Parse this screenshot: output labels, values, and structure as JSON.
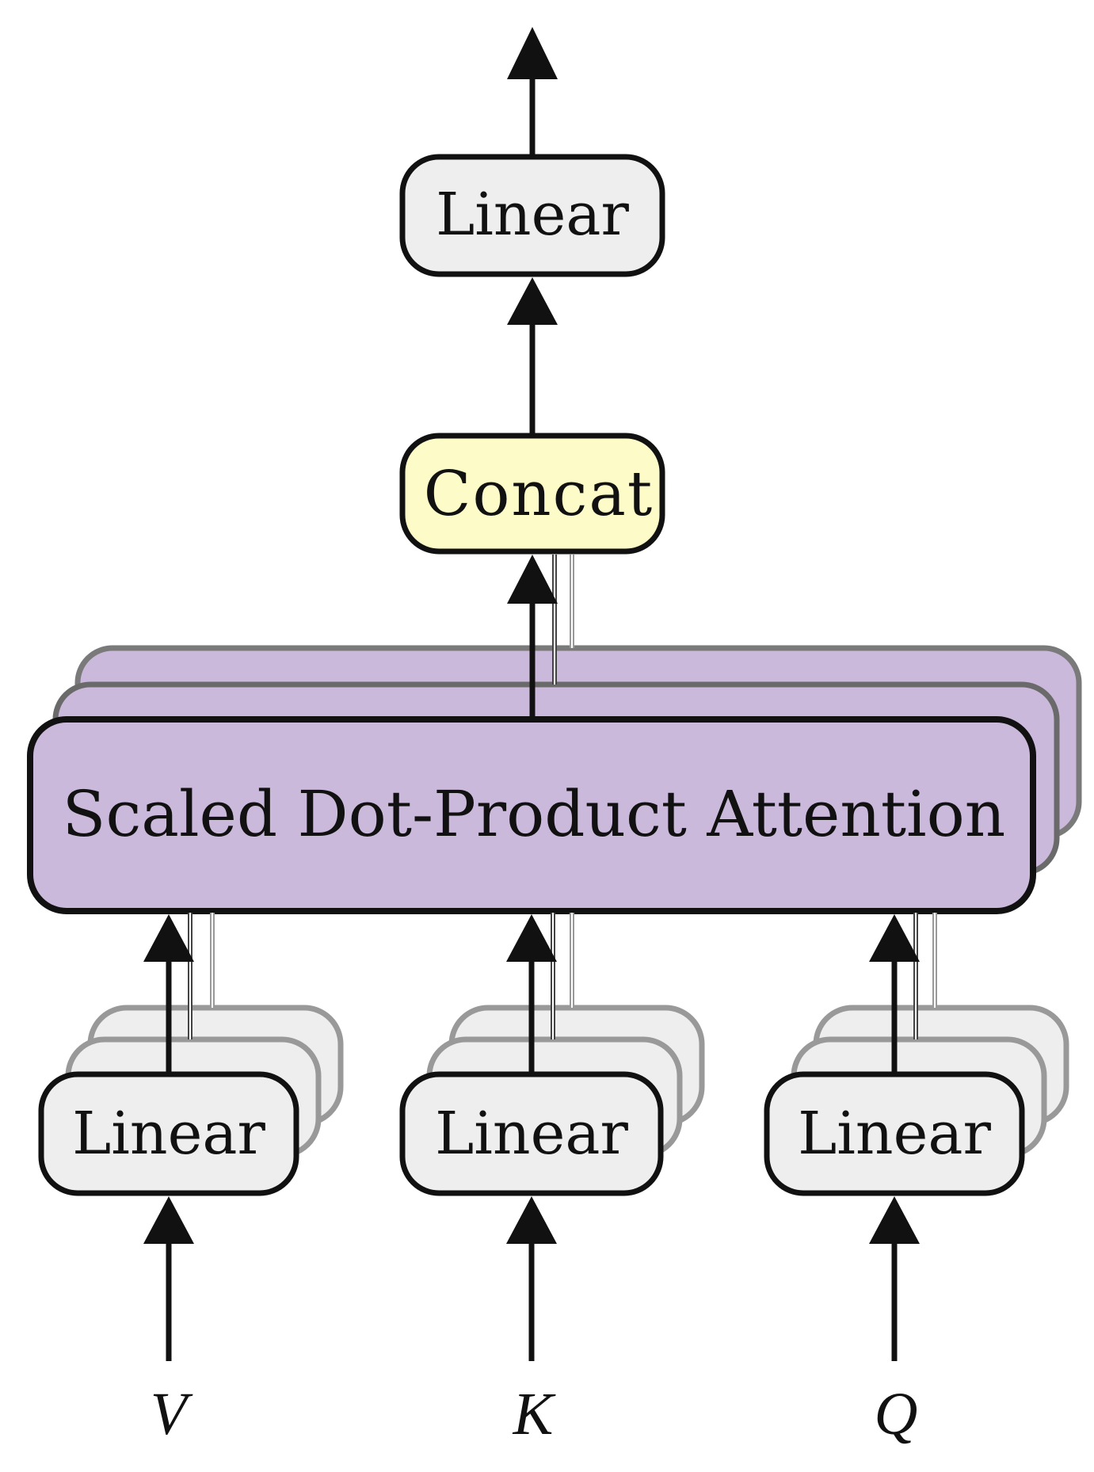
{
  "blocks": {
    "output_linear": {
      "label": "Linear"
    },
    "concat": {
      "label": "Concat"
    },
    "attention": {
      "label": "Scaled Dot-Product Attention"
    },
    "linear_v": {
      "label": "Linear"
    },
    "linear_k": {
      "label": "Linear"
    },
    "linear_q": {
      "label": "Linear"
    }
  },
  "inputs": {
    "v": "V",
    "k": "K",
    "q": "Q"
  },
  "colors": {
    "linear_fill": "#eeeeee",
    "concat_fill": "#fdfcc9",
    "attention_fill": "#cbb9dc",
    "stroke": "#111111",
    "shadow_stroke": "#8a8a8a"
  }
}
